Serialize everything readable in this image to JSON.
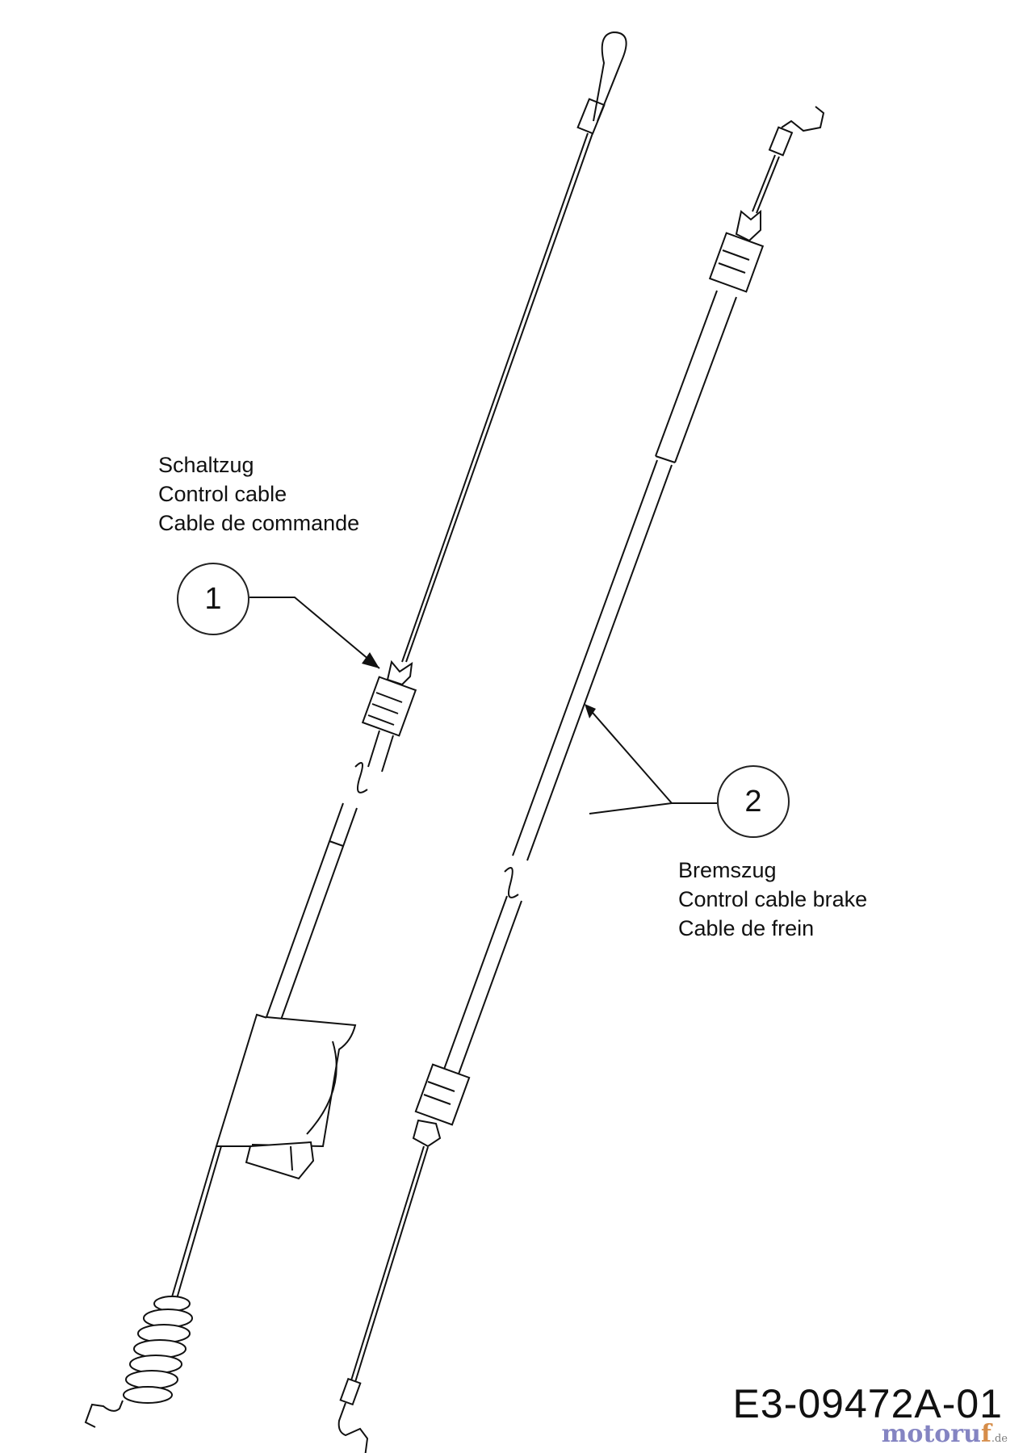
{
  "parts": [
    {
      "number": "1",
      "names": [
        "Schaltzug",
        "Control cable",
        "Cable de commande"
      ]
    },
    {
      "number": "2",
      "names": [
        "Bremszug",
        "Control cable brake",
        "Cable de frein"
      ]
    }
  ],
  "drawing_code": "E3-09472A-01",
  "watermark": {
    "text_main": "motoru",
    "text_accent": "f",
    "text_tld": ".de"
  }
}
